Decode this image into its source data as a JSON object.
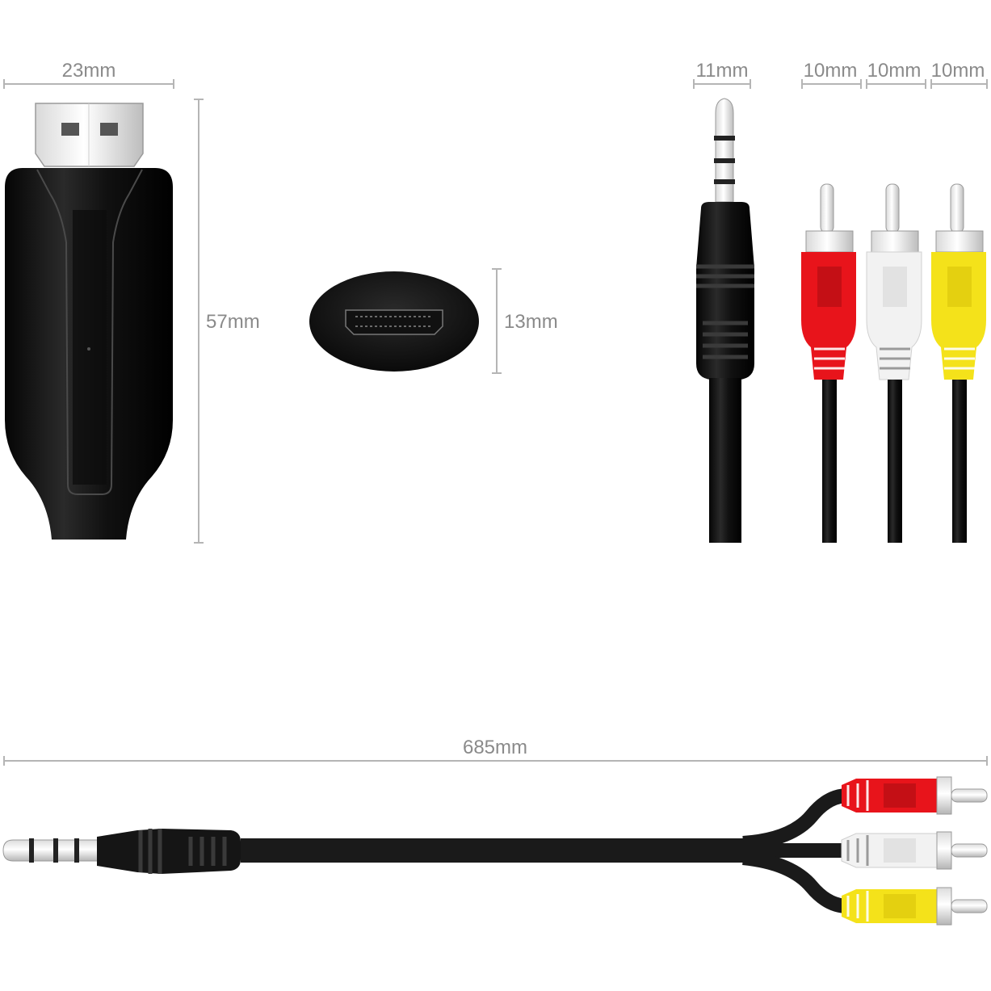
{
  "dimensions": {
    "adapter_width": "23mm",
    "adapter_height": "57mm",
    "port_height": "13mm",
    "jack_width": "11mm",
    "rca_widths": [
      "10mm",
      "10mm",
      "10mm"
    ],
    "cable_length": "685mm"
  },
  "colors": {
    "rca_plugs": [
      "#e8141b",
      "#f2f2f2",
      "#f4e21a"
    ],
    "body": "#1a1a1a",
    "dimension_line": "#b5b5b5",
    "dimension_text": "#8a8a8a"
  },
  "icons": [
    "hdmi-adapter-icon",
    "hdmi-port-icon",
    "aux-jack-icon",
    "rca-plug-icon",
    "av-cable-icon"
  ]
}
